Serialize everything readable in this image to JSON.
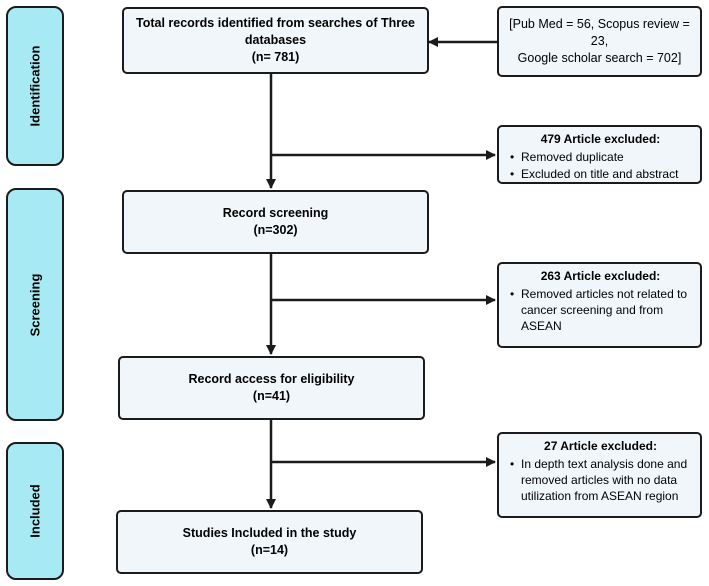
{
  "phases": {
    "identification": "Identification",
    "screening": "Screening",
    "included": "Included"
  },
  "main": {
    "identified": {
      "line1": "Total records identified from searches of Three",
      "line2": "databases",
      "line3": "(n= 781)"
    },
    "screening": {
      "line1": "Record screening",
      "line2": "(n=302)"
    },
    "eligibility": {
      "line1": "Record access for eligibility",
      "line2": "(n=41)"
    },
    "included": {
      "line1": "Studies Included in the study",
      "line2": "(n=14)"
    }
  },
  "sources": {
    "line1": "[Pub Med = 56, Scopus review = 23,",
    "line2": "Google scholar search = 702]"
  },
  "exclusions": {
    "first": {
      "heading": "479 Article excluded:",
      "items": [
        "Removed duplicate",
        "Excluded on title and abstract"
      ]
    },
    "second": {
      "heading": "263 Article excluded:",
      "items": [
        "Removed articles not related to cancer screening and from ASEAN"
      ]
    },
    "third": {
      "heading": "27 Article excluded:",
      "items": [
        "In depth text analysis done and removed articles with no data utilization from ASEAN region"
      ]
    }
  },
  "colors": {
    "phase_fill": "#a8eaf4",
    "box_fill": "#f1f6fa",
    "stroke": "#1b1b1b"
  }
}
